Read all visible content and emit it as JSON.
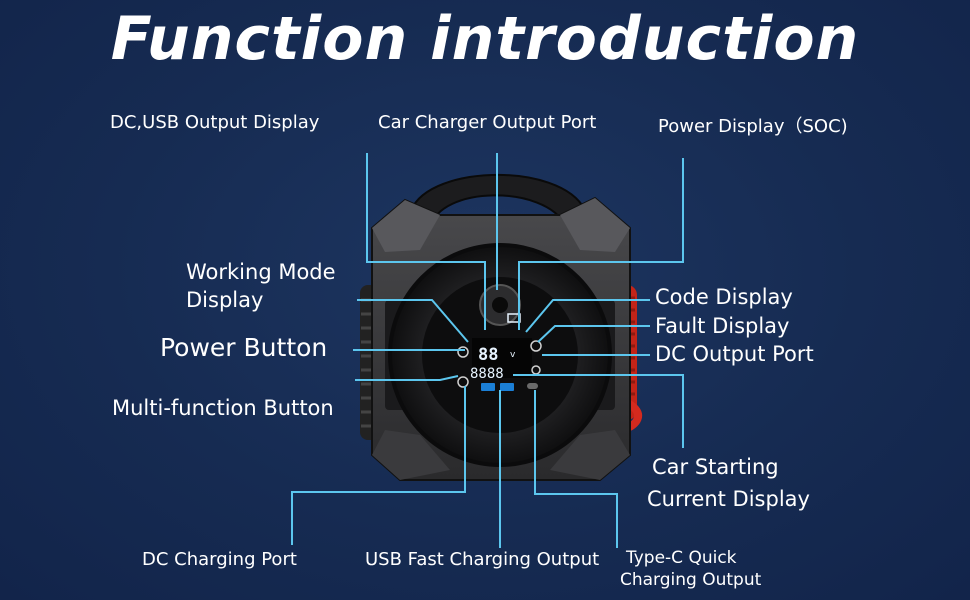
{
  "title": "Function introduction",
  "colors": {
    "background": "#162b52",
    "leader_line": "#5cc6ee",
    "clamp": "#d42a1e"
  },
  "labels": {
    "dc_usb_output_display": "DC,USB Output Display",
    "car_charger_output_port": "Car Charger  Output Port",
    "power_display": "Power Display（SOC)",
    "working_mode_display_1": "Working Mode",
    "working_mode_display_2": "Display",
    "power_button": "Power Button",
    "multi_function_button": "Multi-function Button",
    "code_display": "Code Display",
    "fault_display": "Fault Display",
    "dc_output_port": "DC Output Port",
    "car_starting_current_display_1": "Car Starting",
    "car_starting_current_display_2": "Current Display",
    "dc_charging_port": "DC Charging Port",
    "usb_fast_charging_output": "USB Fast Charging Output",
    "type_c_quick_charging_output_1": "Type-C Quick",
    "type_c_quick_charging_output_2": "Charging Output"
  }
}
